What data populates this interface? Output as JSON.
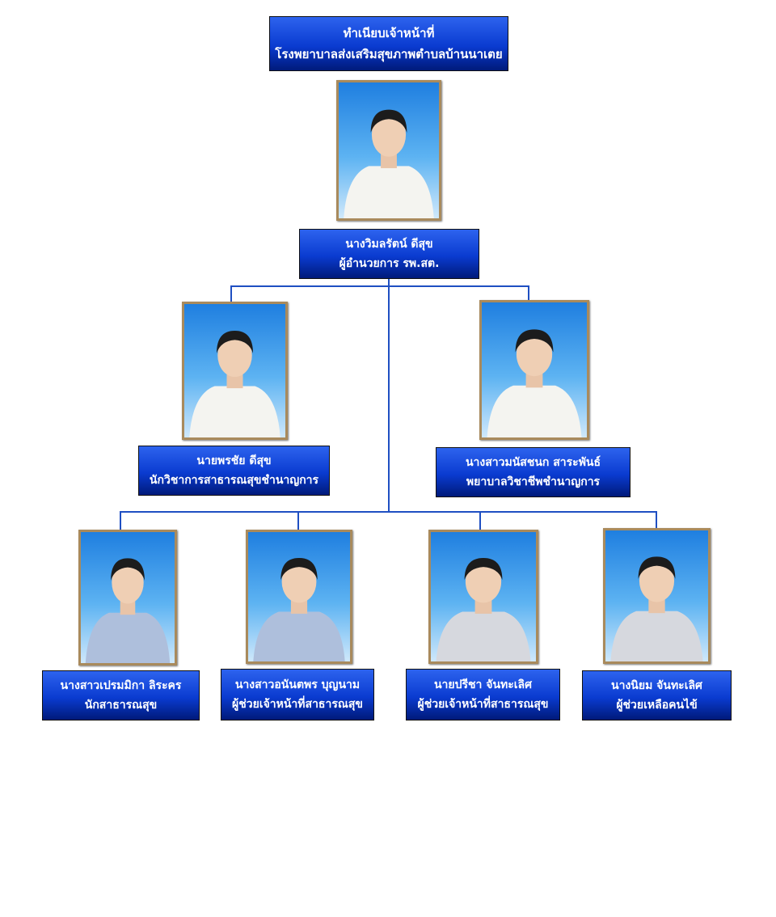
{
  "header": {
    "line1": "ทำเนียบเจ้าหน้าที่",
    "line2": "โรงพยาบาลส่งเสริมสุขภาพตำบลบ้านนาเตย"
  },
  "director": {
    "name": "นางวิมลรัตน์  ดีสุข",
    "position": "ผู้อำนวยการ รพ.สต."
  },
  "level2": [
    {
      "name": "นายพรชัย  ดีสุข",
      "position": "นักวิชาการสาธารณสุขชำนาญการ",
      "uniform": "white"
    },
    {
      "name": "นางสาวมนัสชนก     สาระพันธ์",
      "position": "พยาบาลวิชาชีพชำนาญการ",
      "uniform": "white"
    }
  ],
  "level3": [
    {
      "name": "นางสาวเปรมมิกา ลิระคร",
      "position": "นักสาธารณสุข",
      "uniform": "blue"
    },
    {
      "name": "นางสาวอนันตพร  บุญนาม",
      "position": "ผู้ช่วยเจ้าหน้าที่สาธารณสุข",
      "uniform": "blue"
    },
    {
      "name": "นายปรีชา   จันทะเลิศ",
      "position": "ผู้ช่วยเจ้าหน้าที่สาธารณสุข",
      "uniform": "grey"
    },
    {
      "name": "นางนิยม   จันทะเลิศ",
      "position": "ผู้ช่วยเหลือคนไข้",
      "uniform": "grey"
    }
  ],
  "colors": {
    "box_top": "#2d63ee",
    "box_bottom": "#001a7a",
    "connector": "#1f4fc2",
    "frame": "#a98a5c"
  }
}
